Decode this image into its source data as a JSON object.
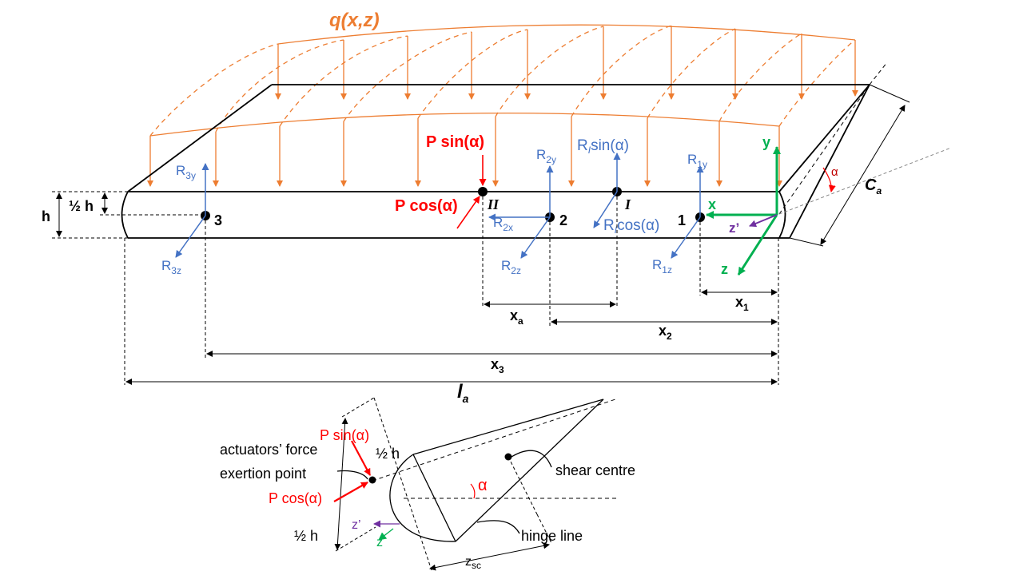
{
  "load": {
    "label": "q(x,z)"
  },
  "forces": {
    "p_sin": "P sin(α)",
    "p_cos": "P cos(α)",
    "ri_sin": {
      "main": "R",
      "sub": "I",
      "rest": "sin(α)"
    },
    "ri_cos": {
      "main": "R",
      "sub": "I",
      "rest": "cos(α)"
    }
  },
  "reactions": {
    "r1y": {
      "main": "R",
      "sub": "1y"
    },
    "r1z": {
      "main": "R",
      "sub": "1z"
    },
    "r2y": {
      "main": "R",
      "sub": "2y"
    },
    "r2x": {
      "main": "R",
      "sub": "2x"
    },
    "r2z": {
      "main": "R",
      "sub": "2z"
    },
    "r3y": {
      "main": "R",
      "sub": "3y"
    },
    "r3z": {
      "main": "R",
      "sub": "3z"
    }
  },
  "points": {
    "p1": "1",
    "p2": "2",
    "p3": "3",
    "pI": "I",
    "pII": "II"
  },
  "axes": {
    "x": "x",
    "y": "y",
    "z": "z",
    "zprime": "z’",
    "alpha": "α"
  },
  "dimensions": {
    "h": "h",
    "half_h": "½ h",
    "xa": {
      "main": "x",
      "sub": "a"
    },
    "x1": {
      "main": "x",
      "sub": "1"
    },
    "x2": {
      "main": "x",
      "sub": "2"
    },
    "x3": {
      "main": "x",
      "sub": "3"
    },
    "la": {
      "main": "l",
      "sub": "a"
    },
    "ca": {
      "main": "C",
      "sub": "a"
    }
  },
  "cross_section": {
    "p_sin": "P sin(α)",
    "p_cos": "P cos(α)",
    "actuator_line1": "actuators’ force",
    "actuator_line2": "exertion point",
    "shear_centre": "shear centre",
    "hinge_line": "hinge line",
    "half_h_top": "½ h",
    "half_h_bottom": "½ h",
    "alpha": "α",
    "zprime": "z’",
    "z": "z",
    "zsc": {
      "main": "z",
      "sub": "sc"
    }
  },
  "colors": {
    "load": "#ED7D31",
    "reaction": "#4472C4",
    "actuator": "#FF0000",
    "axis": "#00B050",
    "zprime": "#7030A0",
    "outline": "#000000"
  }
}
